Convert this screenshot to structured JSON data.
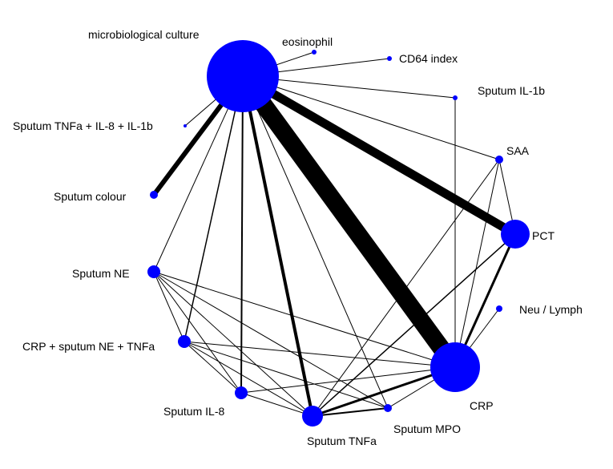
{
  "network": {
    "node_color": "#0000ff",
    "edge_color": "#000000",
    "nodes": [
      {
        "id": "micro",
        "label": "microbiological culture"
      },
      {
        "id": "eos",
        "label": "eosinophil"
      },
      {
        "id": "cd64",
        "label": "CD64 index"
      },
      {
        "id": "il1b",
        "label": "Sputum IL-1b"
      },
      {
        "id": "combo1",
        "label": "Sputum TNFa + IL-8 + IL-1b"
      },
      {
        "id": "saa",
        "label": "SAA"
      },
      {
        "id": "colour",
        "label": "Sputum colour"
      },
      {
        "id": "pct",
        "label": "PCT"
      },
      {
        "id": "ne",
        "label": "Sputum NE"
      },
      {
        "id": "neu",
        "label": "Neu / Lymph"
      },
      {
        "id": "combo2",
        "label": "CRP + sputum NE + TNFa"
      },
      {
        "id": "crp",
        "label": "CRP"
      },
      {
        "id": "il8",
        "label": "Sputum IL-8"
      },
      {
        "id": "mpo",
        "label": "Sputum MPO"
      },
      {
        "id": "tnfa",
        "label": "Sputum TNFa"
      }
    ],
    "edges": [
      {
        "from": "micro",
        "to": "eos"
      },
      {
        "from": "micro",
        "to": "cd64"
      },
      {
        "from": "micro",
        "to": "il1b"
      },
      {
        "from": "micro",
        "to": "combo1"
      },
      {
        "from": "micro",
        "to": "saa"
      },
      {
        "from": "micro",
        "to": "colour"
      },
      {
        "from": "micro",
        "to": "pct"
      },
      {
        "from": "micro",
        "to": "ne"
      },
      {
        "from": "micro",
        "to": "combo2"
      },
      {
        "from": "micro",
        "to": "crp"
      },
      {
        "from": "micro",
        "to": "il8"
      },
      {
        "from": "micro",
        "to": "mpo"
      },
      {
        "from": "micro",
        "to": "tnfa"
      },
      {
        "from": "il1b",
        "to": "crp"
      },
      {
        "from": "saa",
        "to": "pct"
      },
      {
        "from": "saa",
        "to": "crp"
      },
      {
        "from": "saa",
        "to": "tnfa"
      },
      {
        "from": "pct",
        "to": "crp"
      },
      {
        "from": "pct",
        "to": "tnfa"
      },
      {
        "from": "neu",
        "to": "crp"
      },
      {
        "from": "ne",
        "to": "combo2"
      },
      {
        "from": "ne",
        "to": "il8"
      },
      {
        "from": "ne",
        "to": "tnfa"
      },
      {
        "from": "ne",
        "to": "mpo"
      },
      {
        "from": "ne",
        "to": "crp"
      },
      {
        "from": "combo2",
        "to": "il8"
      },
      {
        "from": "combo2",
        "to": "tnfa"
      },
      {
        "from": "combo2",
        "to": "mpo"
      },
      {
        "from": "combo2",
        "to": "crp"
      },
      {
        "from": "il8",
        "to": "tnfa"
      },
      {
        "from": "il8",
        "to": "crp"
      },
      {
        "from": "tnfa",
        "to": "mpo"
      },
      {
        "from": "tnfa",
        "to": "crp"
      },
      {
        "from": "mpo",
        "to": "crp"
      }
    ]
  }
}
